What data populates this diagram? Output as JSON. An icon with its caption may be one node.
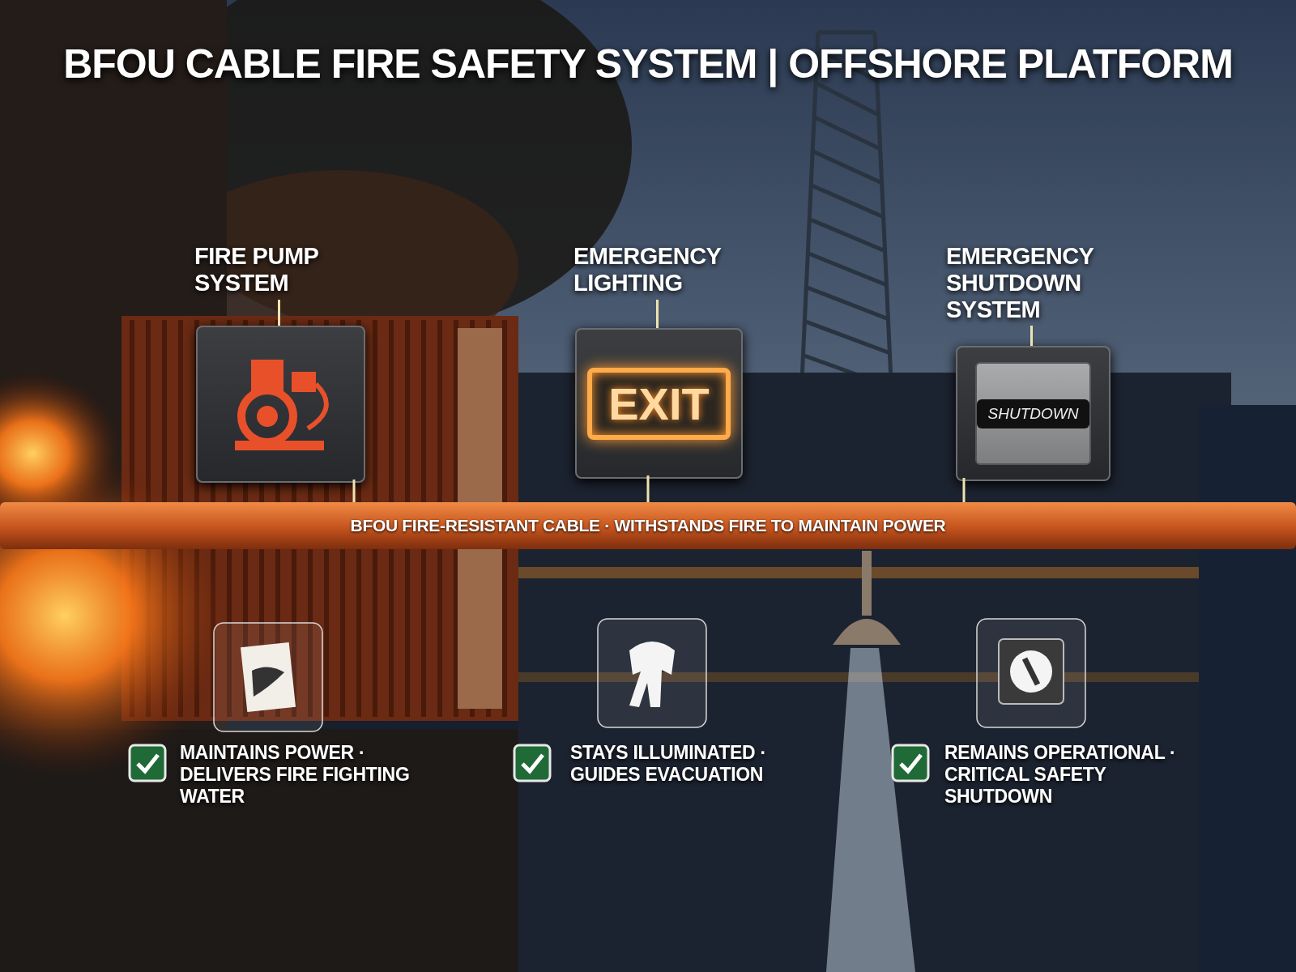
{
  "diagram": {
    "title": "BFOU CABLE FIRE SAFETY SYSTEM | OFFSHORE PLATFORM",
    "nodes": [
      {
        "text": [
          "BFOU FIRE-RESISTANT CABLE · WITHSTANDS FIRE TO MAINTAIN POWER"
        ]
      },
      {
        "text": [
          "FIRE PUMP SYSTEM"
        ]
      },
      {
        "text": [],
        "shape": "picture"
      },
      {
        "text": [
          "EMERGENCY LIGHTING"
        ]
      },
      {
        "text": [
          "EXIT"
        ]
      },
      {
        "text": [
          "EMERGENCY SHUTDOWN SYSTEM"
        ]
      },
      {
        "text": [
          "SHUTDOWN"
        ]
      }
    ],
    "edges": [
      {
        "from": 1,
        "to": 2,
        "arrow": "none"
      },
      {
        "from": 2,
        "to": 0,
        "arrow": "none"
      },
      {
        "from": 3,
        "to": 4,
        "arrow": "none"
      },
      {
        "from": 4,
        "to": 0,
        "arrow": "none"
      },
      {
        "from": 5,
        "to": 6,
        "arrow": "none"
      },
      {
        "from": 6,
        "to": 0,
        "arrow": "none"
      }
    ],
    "labels": [
      "MAINTAINS POWER · DELIVERS FIRE FIGHTING WATER",
      "STAYS ILLUMINATED · GUIDES EVACUATION",
      "REMAINS OPERATIONAL · CRITICAL SAFETY SHUTDOWN"
    ]
  }
}
